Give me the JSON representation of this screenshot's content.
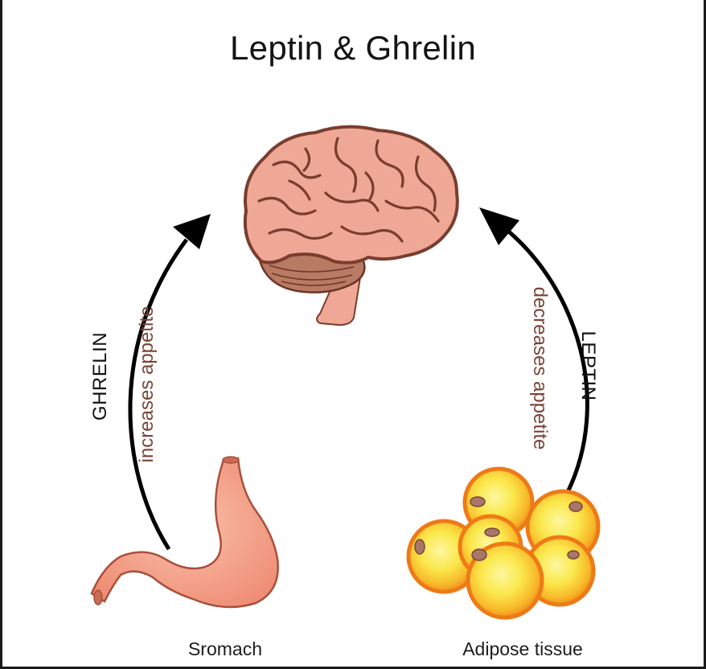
{
  "title": "Leptin & Ghrelin",
  "organs": {
    "brain": "brain",
    "stomach": {
      "label": "Sromach"
    },
    "adipose": {
      "label": "Adipose tissue"
    }
  },
  "pathways": {
    "ghrelin": {
      "hormone": "GHRELIN",
      "effect": "increases appetite",
      "color": "#000000"
    },
    "leptin": {
      "hormone": "LEPTIN",
      "effect": "decreases appetite",
      "color": "#000000"
    }
  },
  "colors": {
    "brain_fill": "#f0a896",
    "brain_outline": "#7a3d2e",
    "stomach_fill": "#f2a08a",
    "fat_cell_outer": "#f5a021",
    "fat_cell_inner": "#fbe84c",
    "effect_text": "#7a4438"
  }
}
